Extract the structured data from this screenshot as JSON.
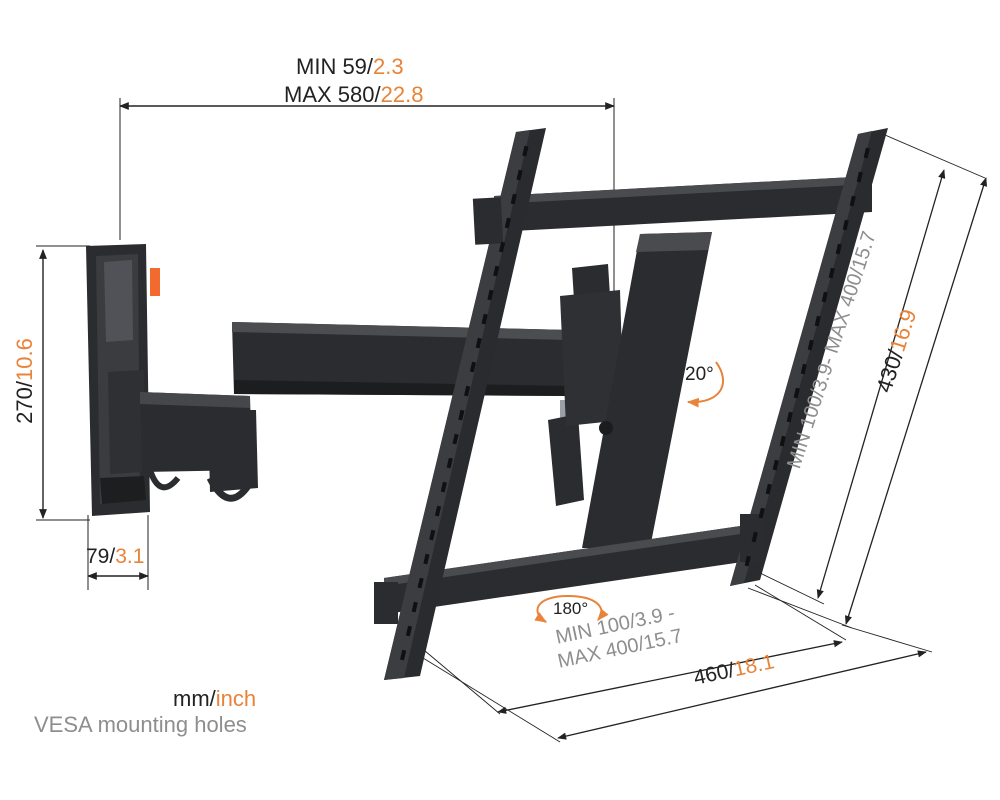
{
  "colors": {
    "ink": "#222222",
    "accent": "#e8833a",
    "muted": "#8e8e8e",
    "metal": "#2b2c2f",
    "metal_light": "#4a4b4f",
    "tab": "#f26a2e"
  },
  "depth": {
    "min_mm": "MIN 59/",
    "min_in": "2.3",
    "max_mm": "MAX 580/",
    "max_in": "22.8"
  },
  "wall_height": {
    "mm": "270/",
    "in": "10.6"
  },
  "wall_depth": {
    "mm": "79/",
    "in": "3.1"
  },
  "tilt": {
    "label": "20°"
  },
  "swivel": {
    "label": "180°"
  },
  "vesa_vertical": {
    "label_a": "MIN 100/",
    "label_b": "3.9",
    "label_c": "- MAX 400/",
    "label_d": "15.7"
  },
  "frame_height": {
    "mm": "430/",
    "in": "16.9"
  },
  "vesa_horizontal": {
    "line1_a": "MIN 100/",
    "line1_b": "3.9 -",
    "line2_a": "MAX 400/",
    "line2_b": "15.7"
  },
  "frame_width": {
    "mm": "460/",
    "in": "18.1"
  },
  "legend": {
    "mm": "mm/",
    "inch": "inch",
    "caption": "VESA mounting holes"
  }
}
